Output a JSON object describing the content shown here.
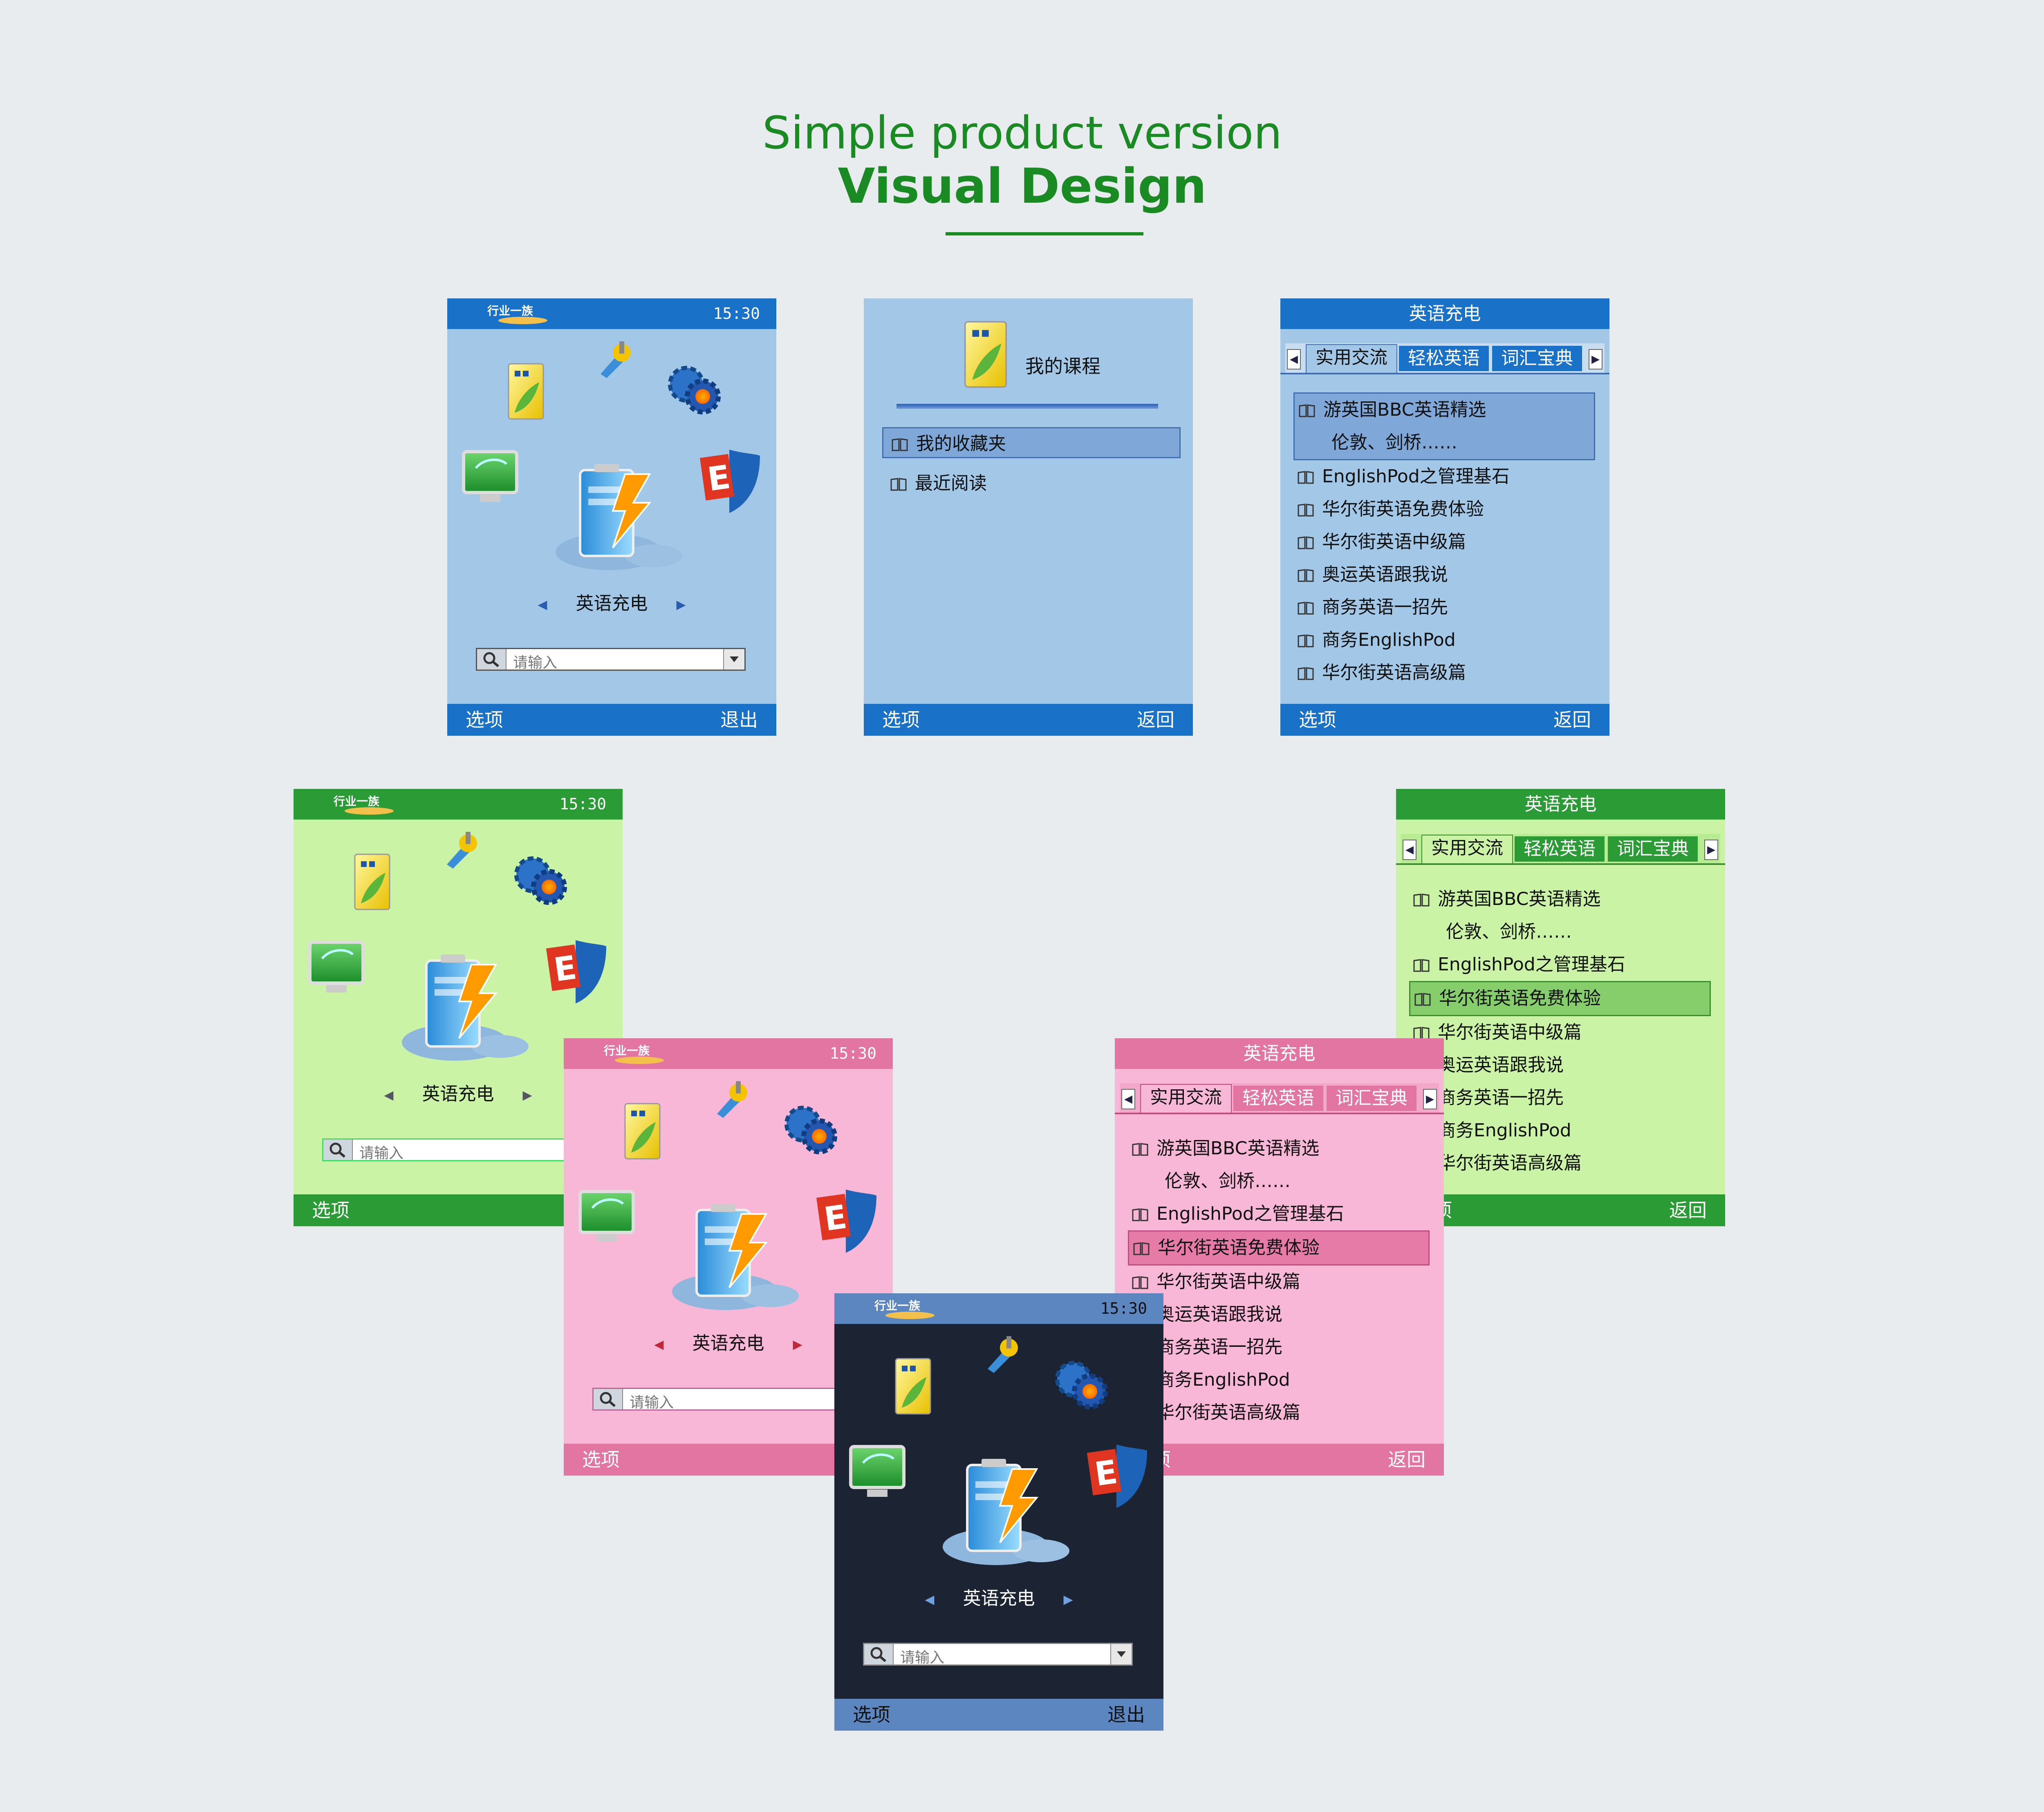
{
  "header": {
    "subtitle": "Simple product version",
    "title": "Visual Design"
  },
  "status": {
    "time": "15:30"
  },
  "home": {
    "label": "英语充电",
    "search_placeholder": "请输入"
  },
  "softkeys": {
    "options": "选项",
    "exit": "退出",
    "back": "返回"
  },
  "courses": {
    "title": "我的课程",
    "items": [
      "我的收藏夹",
      "最近阅读"
    ]
  },
  "lesson": {
    "title": "英语充电",
    "tabs": [
      "实用交流",
      "轻松英语",
      "词汇宝典"
    ],
    "items": [
      "游英国BBC英语精选",
      "伦敦、剑桥……",
      "EnglishPod之管理基石",
      "华尔街英语免费体验",
      "华尔街英语中级篇",
      "奥运英语跟我说",
      "商务英语一招先",
      "商务EnglishPod",
      "华尔街英语高级篇"
    ]
  },
  "themes": {
    "blue": "#1a72c8",
    "green": "#2b9b35",
    "pink": "#e375a3",
    "dark": "#1c2433",
    "accent": "#1a8a23"
  },
  "icons": [
    "notebook-icon",
    "tools-icon",
    "gear-icon",
    "monitor-icon",
    "e-shield-icon",
    "battery-charge-icon",
    "book-icon",
    "search-icon",
    "logo"
  ]
}
